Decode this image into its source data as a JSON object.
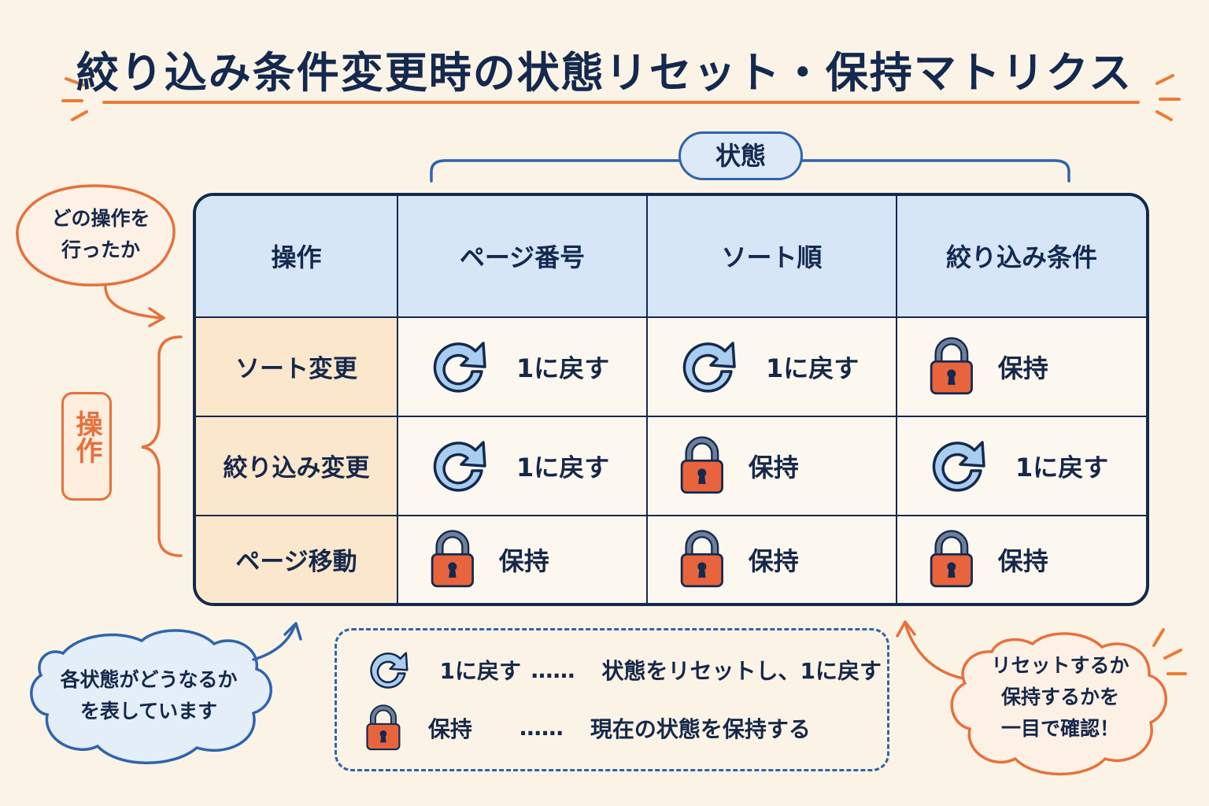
{
  "title": "絞り込み条件変更時の状態リセット・保持マトリクス",
  "state_group_label": "状態",
  "operation_group_label": "操作",
  "bubbles": {
    "top_left": [
      "どの操作を",
      "行ったか"
    ],
    "bottom_left": [
      "各状態がどうなるか",
      "を表しています"
    ],
    "bottom_right": [
      "リセットするか",
      "保持するかを",
      "一目で確認！"
    ]
  },
  "matrix": {
    "corner_header": "操作",
    "columns": [
      "ページ番号",
      "ソート順",
      "絞り込み条件"
    ],
    "rows": [
      {
        "operation": "ソート変更",
        "cells": [
          {
            "icon": "reset-arrow-icon",
            "label": "1に戻す"
          },
          {
            "icon": "reset-arrow-icon",
            "label": "1に戻す"
          },
          {
            "icon": "lock-icon",
            "label": "保持"
          }
        ]
      },
      {
        "operation": "絞り込み変更",
        "cells": [
          {
            "icon": "reset-arrow-icon",
            "label": "1に戻す"
          },
          {
            "icon": "lock-icon",
            "label": "保持"
          },
          {
            "icon": "reset-arrow-icon",
            "label": "1に戻す"
          }
        ]
      },
      {
        "operation": "ページ移動",
        "cells": [
          {
            "icon": "lock-icon",
            "label": "保持"
          },
          {
            "icon": "lock-icon",
            "label": "保持"
          },
          {
            "icon": "lock-icon",
            "label": "保持"
          }
        ]
      }
    ]
  },
  "legend": [
    {
      "icon": "reset-arrow-icon",
      "name": "1に戻す",
      "dots": "……",
      "desc": "状態をリセットし、1に戻す"
    },
    {
      "icon": "lock-icon",
      "name": "保持",
      "dots": "……",
      "desc": "現在の状態を保持する"
    }
  ],
  "colors": {
    "navy": "#14294f",
    "orange": "#ee7a33",
    "blue": "#2f64ad",
    "lock_body": "#e8643d",
    "arrow_fill": "#a9cdef"
  }
}
